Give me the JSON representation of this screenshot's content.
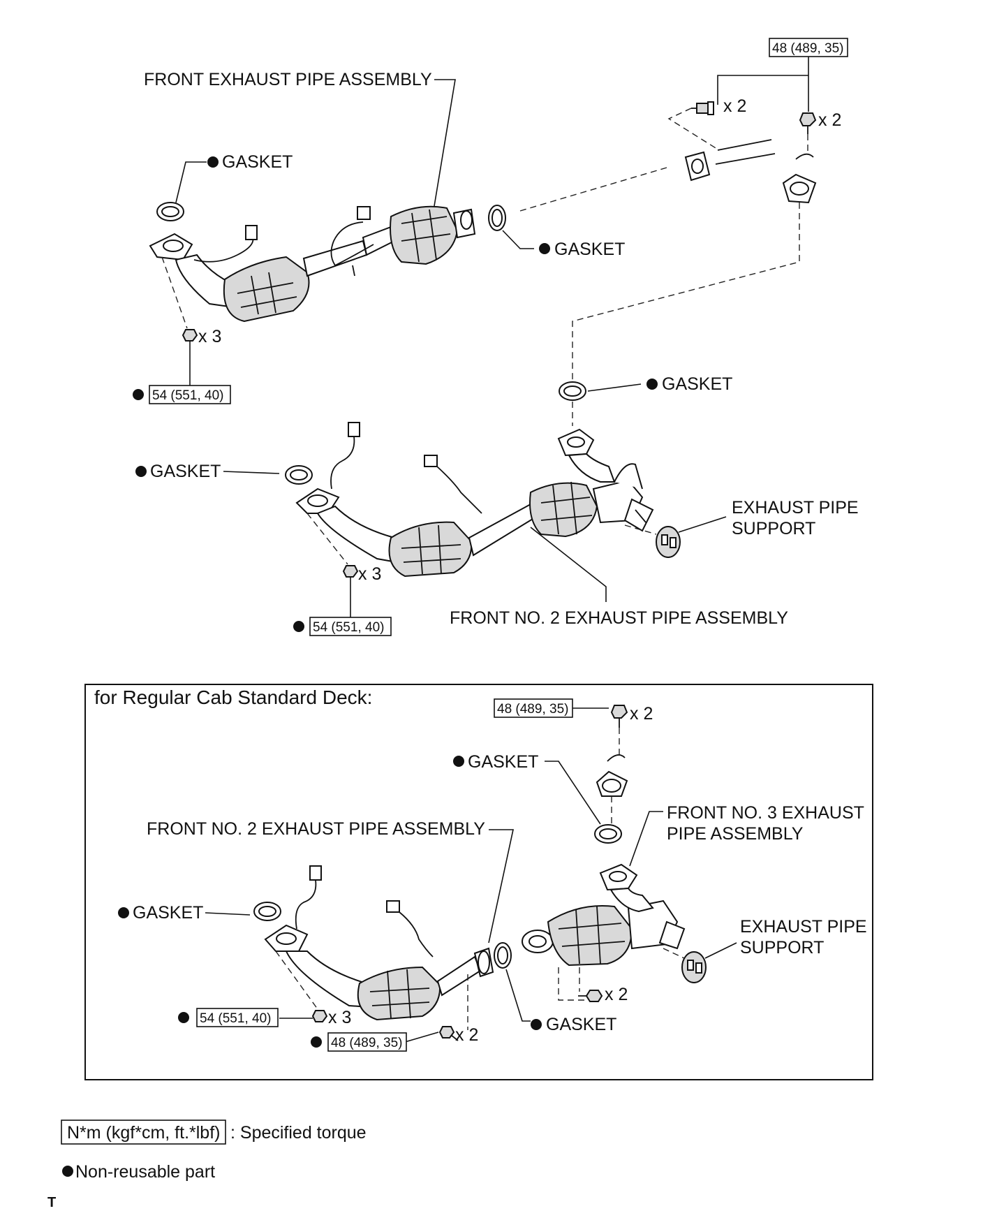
{
  "top_assembly": {
    "front_exhaust_pipe_label": "FRONT EXHAUST PIPE ASSEMBLY",
    "front_no2_label": "FRONT NO. 2 EXHAUST PIPE ASSEMBLY",
    "exhaust_support_label_line1": "EXHAUST PIPE",
    "exhaust_support_label_line2": "SUPPORT",
    "gasket_labels": [
      "GASKET",
      "GASKET",
      "GASKET",
      "GASKET"
    ],
    "torque_48": "48 (489, 35)",
    "torque_54_a": "54 (551, 40)",
    "torque_54_b": "54 (551, 40)",
    "qty_bolt_a": "x 2",
    "qty_bolt_b": "x 2",
    "qty_nut_a": "x 3",
    "qty_nut_b": "x 3"
  },
  "regular_cab": {
    "title": "for Regular Cab Standard Deck:",
    "torque_48_top": "48 (489, 35)",
    "torque_54": "54 (551, 40)",
    "torque_48_bottom": "48 (489, 35)",
    "qty_top": "x 2",
    "qty_nut": "x 3",
    "qty_bolt_bottom": "x 2",
    "qty_bolt_right": "x 2",
    "gasket_top": "GASKET",
    "gasket_left": "GASKET",
    "gasket_bottom": "GASKET",
    "front_no2_label": "FRONT NO. 2 EXHAUST PIPE ASSEMBLY",
    "front_no3_line1": "FRONT NO. 3 EXHAUST",
    "front_no3_line2": "PIPE ASSEMBLY",
    "exhaust_support_line1": "EXHAUST PIPE",
    "exhaust_support_line2": "SUPPORT"
  },
  "legend": {
    "torque_unit": "N*m (kgf*cm, ft.*lbf)",
    "torque_desc": ": Specified torque",
    "nonreusable": "Non-reusable part",
    "footer_mark": "T"
  }
}
